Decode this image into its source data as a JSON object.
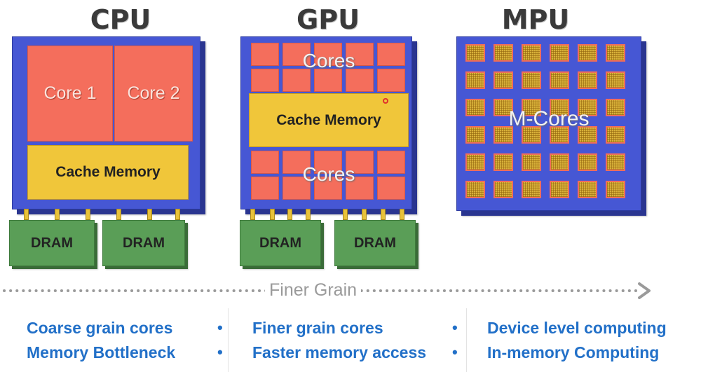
{
  "cpu": {
    "title": "CPU",
    "core1": "Core 1",
    "core2": "Core 2",
    "cache": "Cache Memory",
    "dram_left": "DRAM",
    "dram_right": "DRAM"
  },
  "gpu": {
    "title": "GPU",
    "cores_top": "Cores",
    "cache": "Cache Memory",
    "cores_bottom": "Cores",
    "dram_left": "DRAM",
    "dram_right": "DRAM"
  },
  "mpu": {
    "title": "MPU",
    "cores_label": "M-Cores",
    "grid_rows": 6,
    "grid_cols": 6
  },
  "axis": {
    "label": "Finer Grain"
  },
  "bullets": {
    "col1": [
      "Coarse grain cores",
      "Memory Bottleneck"
    ],
    "col2": [
      "Finer grain cores",
      "Faster memory access"
    ],
    "col3": [
      "Device level computing",
      "In-memory Computing"
    ],
    "separator": "•"
  },
  "colors": {
    "chip": "#4657d4",
    "core": "#f46e5c",
    "cache": "#f0c63a",
    "dram": "#5a9e57",
    "text_blue": "#2270c8"
  }
}
